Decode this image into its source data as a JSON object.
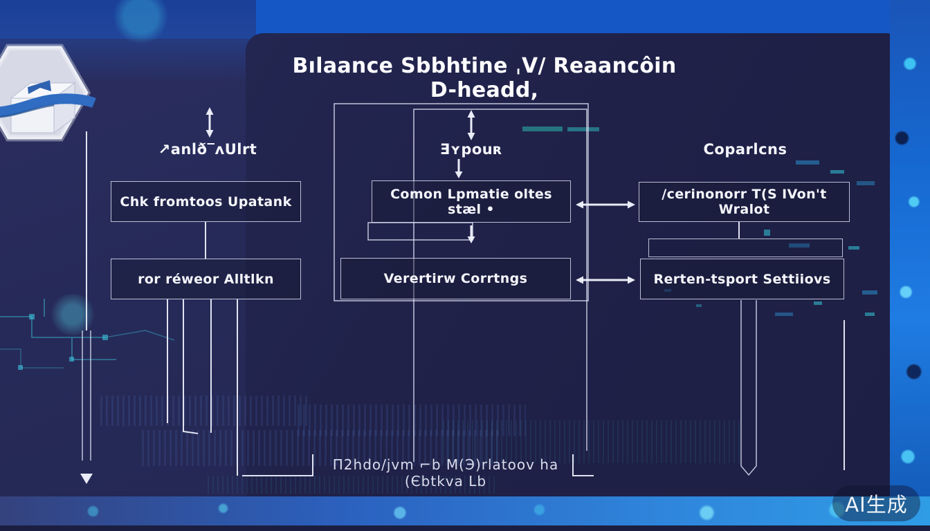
{
  "title": "Bılaance Sbbhtine ˌV/ Reaancôin D-headd,",
  "columns": [
    {
      "header": "↗anlð‾ʌUlrt",
      "boxes": [
        "Chk fromtoos Upatank",
        "ror réweor Alltlkn"
      ]
    },
    {
      "header": "Ǝʏpouʀ",
      "boxes": [
        "Comon Lpmatie oltes stæl •",
        "Verertirw Corrtngs"
      ]
    },
    {
      "header": "Coparlcns",
      "boxes": [
        "/cerinonorr T(S IVon't Wralot",
        "Rerten-tsport Settiiovs"
      ]
    }
  ],
  "footer_line": "П2hdo/jvm ⌐b M(Э)rlatoov ha (Єbtkva Lb",
  "watermark_label": "AI生成",
  "logo": {
    "name": "hexagon-cube-logo"
  },
  "colors": {
    "panel_bg": "#1f2148",
    "box_border": "#d8dcf0",
    "accent_cyan": "#38c8e8",
    "accent_blue": "#1f7be0",
    "text": "#f5f6fc"
  }
}
